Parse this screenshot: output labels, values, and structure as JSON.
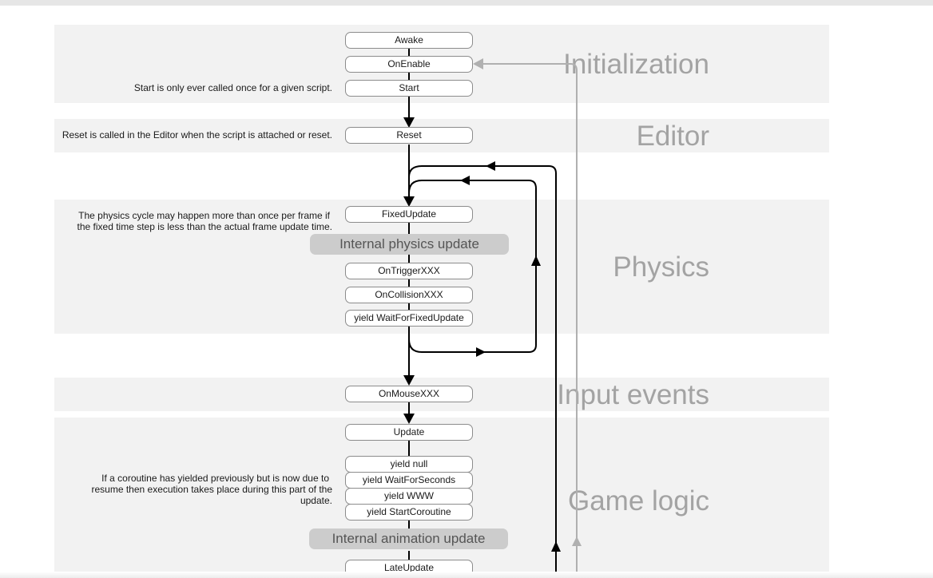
{
  "sections": {
    "initialization": "Initialization",
    "editor": "Editor",
    "physics": "Physics",
    "input_events": "Input events",
    "game_logic": "Game logic"
  },
  "nodes": {
    "awake": "Awake",
    "on_enable": "OnEnable",
    "start": "Start",
    "reset": "Reset",
    "fixed_update": "FixedUpdate",
    "on_trigger": "OnTriggerXXX",
    "on_collision": "OnCollisionXXX",
    "yield_fixed": "yield WaitForFixedUpdate",
    "on_mouse": "OnMouseXXX",
    "update": "Update",
    "yield_null": "yield null",
    "yield_seconds": "yield WaitForSeconds",
    "yield_www": "yield WWW",
    "yield_start_coroutine": "yield StartCoroutine",
    "late_update": "LateUpdate"
  },
  "internal": {
    "physics": "Internal physics update",
    "animation": "Internal animation update"
  },
  "notes": {
    "start": "Start is only ever called once for a given script.",
    "reset": "Reset is called in the Editor when the script is attached or reset.",
    "physics_1": "The physics cycle may happen more than once per frame if",
    "physics_2": "the fixed time step is less than the actual frame update time.",
    "coroutine_1": "If a coroutine has yielded previously but is now due to",
    "coroutine_2": "resume then execution takes place during this part of the",
    "coroutine_3": "update."
  },
  "colors": {
    "band": "#f2f2f2",
    "section_title": "#a3a3a3",
    "internal_box": "#cccccc",
    "flow_line": "#000000",
    "return_line": "#b0b0b0"
  }
}
